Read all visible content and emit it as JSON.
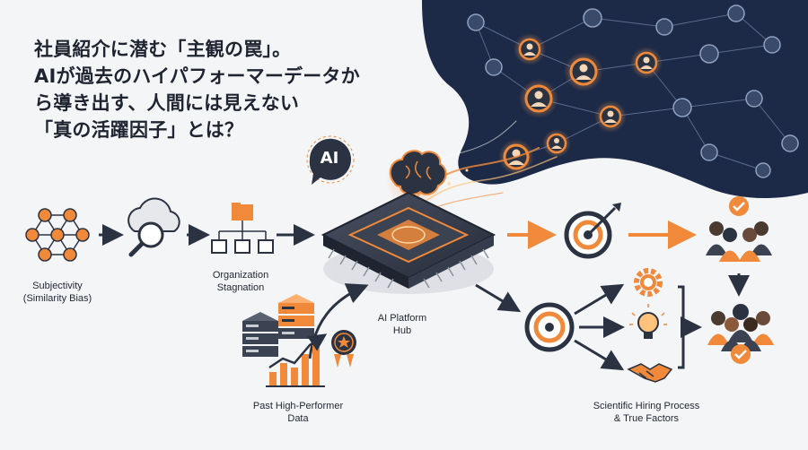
{
  "headline": {
    "lines": [
      "社員紹介に潜む「主観の罠」。",
      "AIが過去のハイパフォーマーデータか",
      "ら導き出す、人間には見えない",
      "「真の活躍因子」とは？"
    ]
  },
  "ai_badge": "AI",
  "labels": {
    "subjectivity": [
      "Subjectivity",
      "(Similarity Bias)"
    ],
    "stagnation": [
      "Organization",
      "Stagnation"
    ],
    "platform": [
      "AI Platform",
      "Hub"
    ],
    "past_data": [
      "Past High-Performer",
      "Data"
    ],
    "scientific": [
      "Scientific Hiring Process",
      "& True Factors"
    ]
  },
  "colors": {
    "orange": "#f0893a",
    "navy": "#1c2a47",
    "dark": "#2b3342",
    "background": "#f4f5f7"
  },
  "icons": [
    "network-people-icon",
    "cloud-search-icon",
    "org-chart-icon",
    "brain-icon",
    "chip-icon",
    "target-icon",
    "team-icon",
    "gear-icon",
    "lightbulb-icon",
    "handshake-icon",
    "server-icon",
    "bar-chart-icon",
    "award-badge-icon"
  ]
}
